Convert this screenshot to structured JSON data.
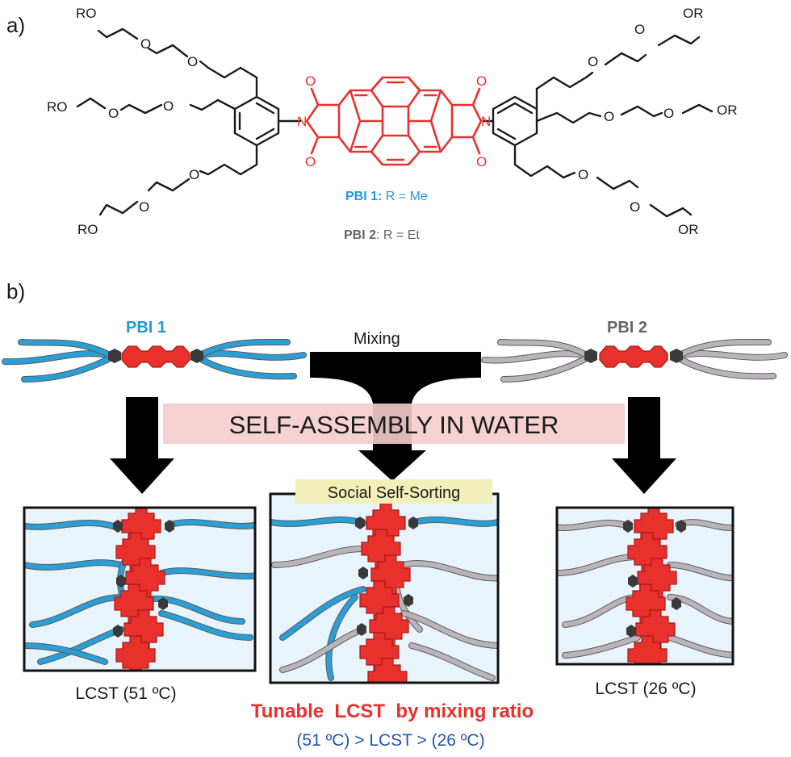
{
  "panel_a": {
    "label": "a)",
    "atoms": {
      "ro": "RO",
      "or": "OR",
      "o": "O",
      "n": "N"
    },
    "pbi1_name": "PBI 1:",
    "pbi1_r": " R = Me",
    "pbi2_name": "PBI 2",
    "pbi2_r": ": R = Et"
  },
  "panel_b": {
    "label": "b)",
    "pbi1": "PBI 1",
    "pbi2": "PBI 2",
    "mixing": "Mixing",
    "banner": "SELF-ASSEMBLY IN WATER",
    "self_sorting": "Social Self-Sorting",
    "lcst_left": "LCST (51 ºC)",
    "lcst_right": "LCST (26 ºC)",
    "tunable": "Tunable  LCST  by mixing ratio",
    "range": "(51 ºC) > LCST > (26 ºC)"
  },
  "colors": {
    "red": "#e8302c",
    "blue": "#2a9fd6",
    "grey": "#b9b4ba",
    "pbi1_text": "#1f9ad6",
    "pbi2_text": "#666666",
    "range_text": "#2255b0",
    "banner_bg": "#f4cccc",
    "label_bg": "#f2efb8",
    "box_bg": "#e8f4fb"
  }
}
